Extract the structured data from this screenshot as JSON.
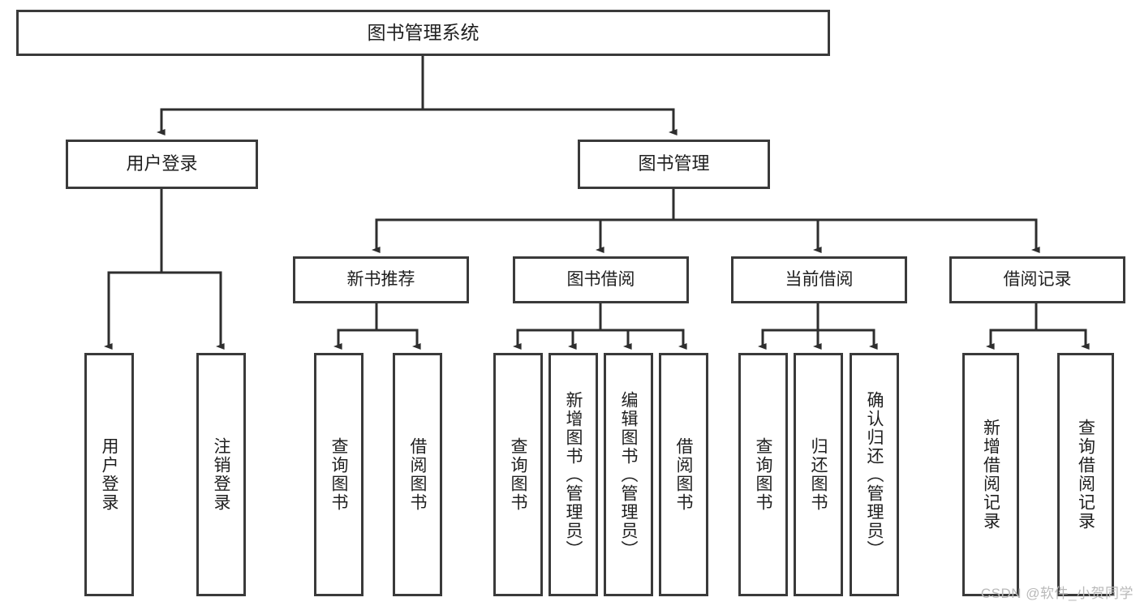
{
  "diagram": {
    "type": "hierarchy-tree",
    "title": "图书管理系统",
    "orientation": "top-down",
    "colors": {
      "background": "#ffffff",
      "box_border": "#3a3a3a",
      "box_fill": "#ffffff",
      "connector": "#2e2e2e",
      "text": "#1f1f1f",
      "watermark": "#b9b9b9"
    },
    "root": {
      "id": "root",
      "label": "图书管理系统",
      "level": 0
    },
    "level1": [
      {
        "id": "user-login",
        "label": "用户登录",
        "level": 1
      },
      {
        "id": "book-manage",
        "label": "图书管理",
        "level": 1
      }
    ],
    "level2": [
      {
        "id": "new-book-recommend",
        "label": "新书推荐",
        "level": 2,
        "parent": "book-manage"
      },
      {
        "id": "book-borrow",
        "label": "图书借阅",
        "level": 2,
        "parent": "book-manage"
      },
      {
        "id": "current-borrow",
        "label": "当前借阅",
        "level": 2,
        "parent": "book-manage"
      },
      {
        "id": "borrow-record",
        "label": "借阅记录",
        "level": 2,
        "parent": "book-manage"
      }
    ],
    "leaves": [
      {
        "id": "leaf-user-login",
        "label": "用户登录",
        "parent": "user-login"
      },
      {
        "id": "leaf-logout",
        "label": "注销登录",
        "parent": "user-login"
      },
      {
        "id": "leaf-query-book-1",
        "label": "查询图书",
        "parent": "new-book-recommend"
      },
      {
        "id": "leaf-borrow-book-1",
        "label": "借阅图书",
        "parent": "new-book-recommend"
      },
      {
        "id": "leaf-query-book-2",
        "label": "查询图书",
        "parent": "book-borrow"
      },
      {
        "id": "leaf-add-book",
        "label": "新增图书（管理员）",
        "parent": "book-borrow"
      },
      {
        "id": "leaf-edit-book",
        "label": "编辑图书（管理员）",
        "parent": "book-borrow"
      },
      {
        "id": "leaf-borrow-book-2",
        "label": "借阅图书",
        "parent": "book-borrow"
      },
      {
        "id": "leaf-query-book-3",
        "label": "查询图书",
        "parent": "current-borrow"
      },
      {
        "id": "leaf-return-book",
        "label": "归还图书",
        "parent": "current-borrow"
      },
      {
        "id": "leaf-confirm-return",
        "label": "确认归还（管理员）",
        "parent": "current-borrow"
      },
      {
        "id": "leaf-add-record",
        "label": "新增借阅记录",
        "parent": "borrow-record"
      },
      {
        "id": "leaf-query-record",
        "label": "查询借阅记录",
        "parent": "borrow-record"
      }
    ]
  },
  "watermark": {
    "text": "CSDN @软件_小贺同学"
  }
}
